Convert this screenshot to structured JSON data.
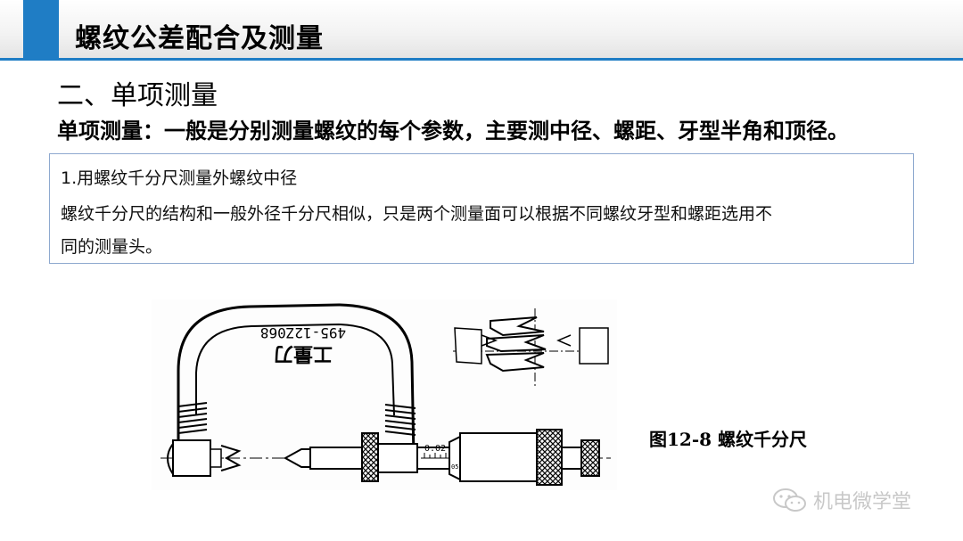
{
  "header": {
    "title": "螺纹公差配合及测量"
  },
  "section": {
    "heading": "二、单项测量"
  },
  "summary": {
    "text": "单项测量：一般是分别测量螺纹的每个参数，主要测中径、螺距、牙型半角和顶径。"
  },
  "info_box": {
    "line1": "1.用螺纹千分尺测量外螺纹中径",
    "line2": "螺纹千分尺的结构和一般外径千分尺相似，只是两个测量面可以根据不同螺纹牙型和螺距选用不",
    "line3": "同的测量头。"
  },
  "figure": {
    "caption": "图12-8 螺纹千分尺",
    "engraving_serial": "495-12Z068",
    "engraving_brand": "工量刀",
    "scale_label": "0.02",
    "scale_side": "05"
  },
  "watermark": {
    "text": "机电微学堂",
    "icon": "wechat-icon"
  },
  "colors": {
    "accent": "#1f7dc5",
    "box_border": "#8ea9cf"
  }
}
